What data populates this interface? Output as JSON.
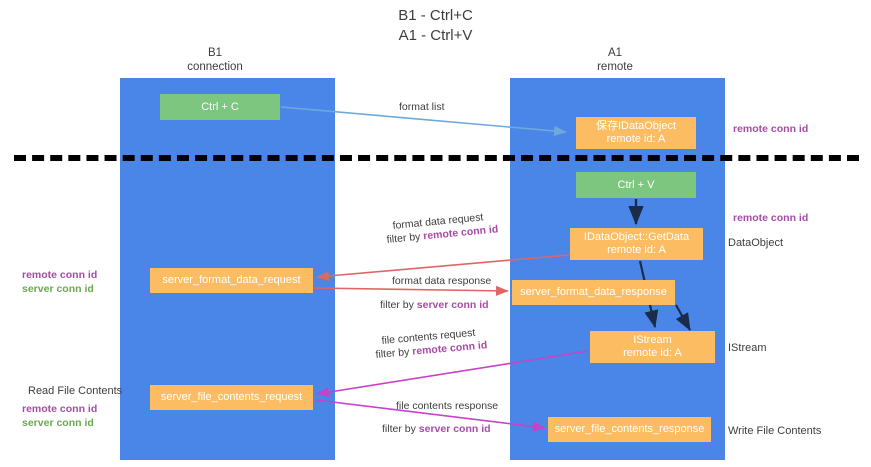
{
  "title": "B1 - Ctrl+C\nA1 - Ctrl+V",
  "columns": {
    "left": {
      "name": "B1",
      "role": "connection",
      "label": "B1\nconnection"
    },
    "right": {
      "name": "A1",
      "role": "remote",
      "label": "A1\nremote"
    }
  },
  "colors": {
    "lane": "#4a86e8",
    "green_node": "#7dc67f",
    "orange_node": "#fbbc62",
    "remote_conn_id": "#a64ca6",
    "server_conn_id": "#6aa84f",
    "divider": "#000000",
    "arrow_blue": "#6fa8dc",
    "arrow_red": "#e06666",
    "arrow_magenta": "#c742c7",
    "arrow_dark": "#1c2b4a",
    "text": "#3d3d3d",
    "background": "#ffffff"
  },
  "nodes": {
    "ctrl_c": {
      "label": "Ctrl + C",
      "color": "green"
    },
    "idataobject": {
      "label": "保存IDataObject\nremote id: A",
      "color": "orange"
    },
    "ctrl_v": {
      "label": "Ctrl + V",
      "color": "green"
    },
    "getdata": {
      "label": "IDataObject::GetData\nremote id: A",
      "color": "orange"
    },
    "server_format_data_request": {
      "label": "server_format_data_request",
      "color": "orange"
    },
    "server_format_data_response": {
      "label": "server_format_data_response",
      "color": "orange"
    },
    "istream": {
      "label": "IStream\nremote id: A",
      "color": "orange"
    },
    "server_file_contents_request": {
      "label": "server_file_contents_request",
      "color": "orange"
    },
    "server_file_contents_response": {
      "label": "server_file_contents_response",
      "color": "orange"
    }
  },
  "edge_labels": {
    "format_list": "format list",
    "format_data_request": "format data request",
    "filter_by_remote_1": {
      "prefix": "filter by ",
      "key": "remote conn id"
    },
    "format_data_response": "format data response",
    "filter_by_server_1": {
      "prefix": "filter by ",
      "key": "server conn id"
    },
    "file_contents_request": "file contents request",
    "filter_by_remote_2": {
      "prefix": "filter by ",
      "key": "remote conn id"
    },
    "file_contents_response": "file contents response",
    "filter_by_server_2": {
      "prefix": "filter by ",
      "key": "server conn id"
    }
  },
  "annotations": {
    "remote_conn_id_top": "remote conn id",
    "remote_conn_id_mid": "remote conn id",
    "dataobject": "DataObject",
    "istream": "IStream",
    "write_file_contents": "Write File Contents",
    "read_file_contents": "Read File Contents",
    "left_mid_remote": "remote conn id",
    "left_mid_server": "server conn id",
    "left_bottom_remote": "remote conn id",
    "left_bottom_server": "server conn id"
  }
}
